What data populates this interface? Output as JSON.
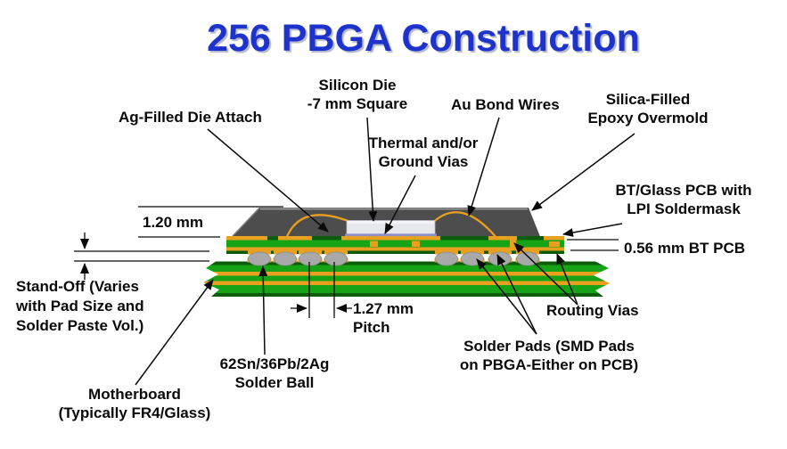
{
  "title": "256 PBGA Construction",
  "labels": {
    "silicon_die": {
      "line1": "Silicon Die",
      "line2": "-7 mm Square"
    },
    "ag_filled_die_attach": "Ag-Filled Die Attach",
    "au_bond_wires": "Au Bond Wires",
    "silica_filled": {
      "line1": "Silica-Filled",
      "line2": "Epoxy Overmold"
    },
    "thermal_vias": {
      "line1": "Thermal and/or",
      "line2": "Ground Vias"
    },
    "bt_glass_pcb": {
      "line1": "BT/Glass PCB with",
      "line2": "LPI Soldermask"
    },
    "routing_vias": "Routing Vias",
    "solder_pads": {
      "line1": "Solder Pads (SMD Pads",
      "line2": "on PBGA-Either on PCB)"
    },
    "solder_ball": {
      "line1": "62Sn/36Pb/2Ag",
      "line2": "Solder Ball"
    },
    "motherboard": {
      "line1": "Motherboard",
      "line2": "(Typically FR4/Glass)"
    },
    "stand_off": {
      "line1": "Stand-Off (Varies",
      "line2": "with Pad Size and",
      "line3": "Solder Paste Vol.)"
    }
  },
  "dimensions": {
    "package_height": "1.20 mm",
    "pcb_thickness": "0.56 mm BT PCB",
    "ball_pitch_value": "1.27 mm",
    "ball_pitch_word": "Pitch"
  },
  "diagram": {
    "type": "cross-section",
    "subject": "256-ball plastic ball grid array package mounted on motherboard",
    "solder_ball_count_shown": 8
  },
  "colors": {
    "title_blue": "#1e33cc",
    "title_shadow": "#b4b8c8",
    "label_black": "#0a0a0a",
    "overmold_gray": "#4d4d4d",
    "overmold_highlight": "#949494",
    "die_silver": "#e7e7ee",
    "die_attach_blue": "#8a8fce",
    "trace_gold": "#e8a01e",
    "pcb_green": "#16a416",
    "board_dark_green": "#0c5c0c",
    "solder_ball_gray": "#a9a9a9",
    "background": "#ffffff"
  }
}
